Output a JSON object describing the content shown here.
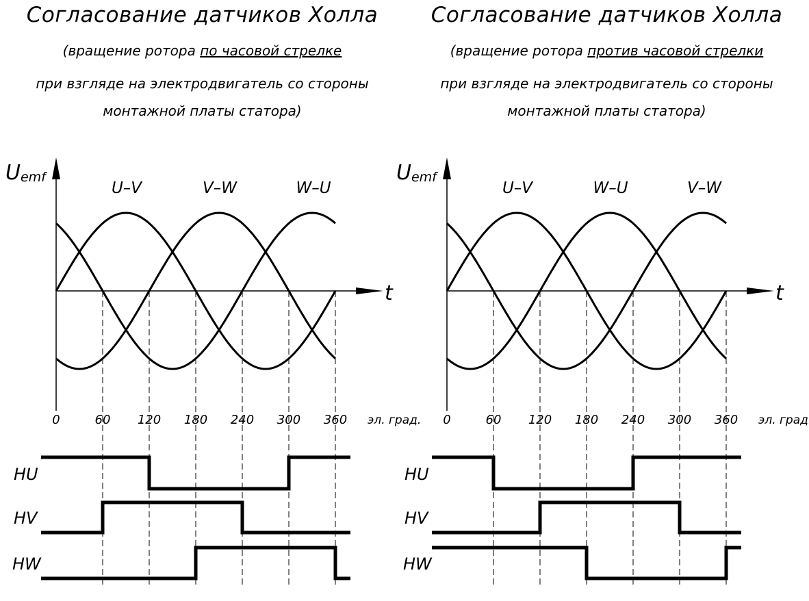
{
  "panels": [
    {
      "title": "Согласование датчиков Холла",
      "subtitle_pre": "(вращение ротора ",
      "subtitle_underlined": "по часовой стрелке",
      "subtitle_line2": "при взгляде на электродвигатель со стороны",
      "subtitle_line3": "монтажной платы статора)",
      "y_axis_label": "U",
      "y_axis_sub": "emf",
      "x_axis_label": "t",
      "x_unit_label": "эл. град.",
      "x_ticks": [
        "0",
        "60",
        "120",
        "180",
        "240",
        "300",
        "360"
      ],
      "curve_labels": [
        "U–V",
        "V–W",
        "W–U"
      ],
      "sensor_labels": [
        "HU",
        "HV",
        "HW"
      ],
      "chart_data": {
        "type": "line",
        "x": [
          0,
          30,
          60,
          90,
          120,
          150,
          180,
          210,
          240,
          270,
          300,
          330,
          360
        ],
        "series": [
          {
            "name": "U–V",
            "phase_deg": 0
          },
          {
            "name": "V–W",
            "phase_deg": -120
          },
          {
            "name": "W–U",
            "phase_deg": -240
          }
        ],
        "hall": [
          {
            "name": "HU",
            "x": [
              0,
              120,
              300,
              360
            ],
            "levels": [
              1,
              0,
              1,
              1
            ]
          },
          {
            "name": "HV",
            "x": [
              0,
              60,
              240,
              360
            ],
            "levels": [
              0,
              1,
              0,
              0
            ]
          },
          {
            "name": "HW",
            "x": [
              0,
              180,
              360
            ],
            "levels": [
              0,
              1,
              0
            ]
          }
        ]
      }
    },
    {
      "title": "Согласование датчиков Холла",
      "subtitle_pre": "(вращение ротора ",
      "subtitle_underlined": "против часовой стрелки",
      "subtitle_line2": "при взгляде на электродвигатель со стороны",
      "subtitle_line3": "монтажной платы статора)",
      "y_axis_label": "U",
      "y_axis_sub": "emf",
      "x_axis_label": "t",
      "x_unit_label": "эл. град.",
      "x_ticks": [
        "0",
        "60",
        "120",
        "180",
        "240",
        "300",
        "360"
      ],
      "curve_labels": [
        "U–V",
        "W–U",
        "V–W"
      ],
      "sensor_labels": [
        "HU",
        "HV",
        "HW"
      ],
      "chart_data": {
        "type": "line",
        "x": [
          0,
          30,
          60,
          90,
          120,
          150,
          180,
          210,
          240,
          270,
          300,
          330,
          360
        ],
        "series": [
          {
            "name": "U–V",
            "phase_deg": 0
          },
          {
            "name": "W–U",
            "phase_deg": -120
          },
          {
            "name": "V–W",
            "phase_deg": -240
          }
        ],
        "hall": [
          {
            "name": "HU",
            "x": [
              0,
              60,
              240,
              360
            ],
            "levels": [
              1,
              0,
              1,
              1
            ]
          },
          {
            "name": "HV",
            "x": [
              0,
              120,
              300,
              360
            ],
            "levels": [
              0,
              1,
              0,
              0
            ]
          },
          {
            "name": "HW",
            "x": [
              0,
              180,
              360
            ],
            "levels": [
              1,
              0,
              1
            ]
          }
        ]
      }
    }
  ]
}
